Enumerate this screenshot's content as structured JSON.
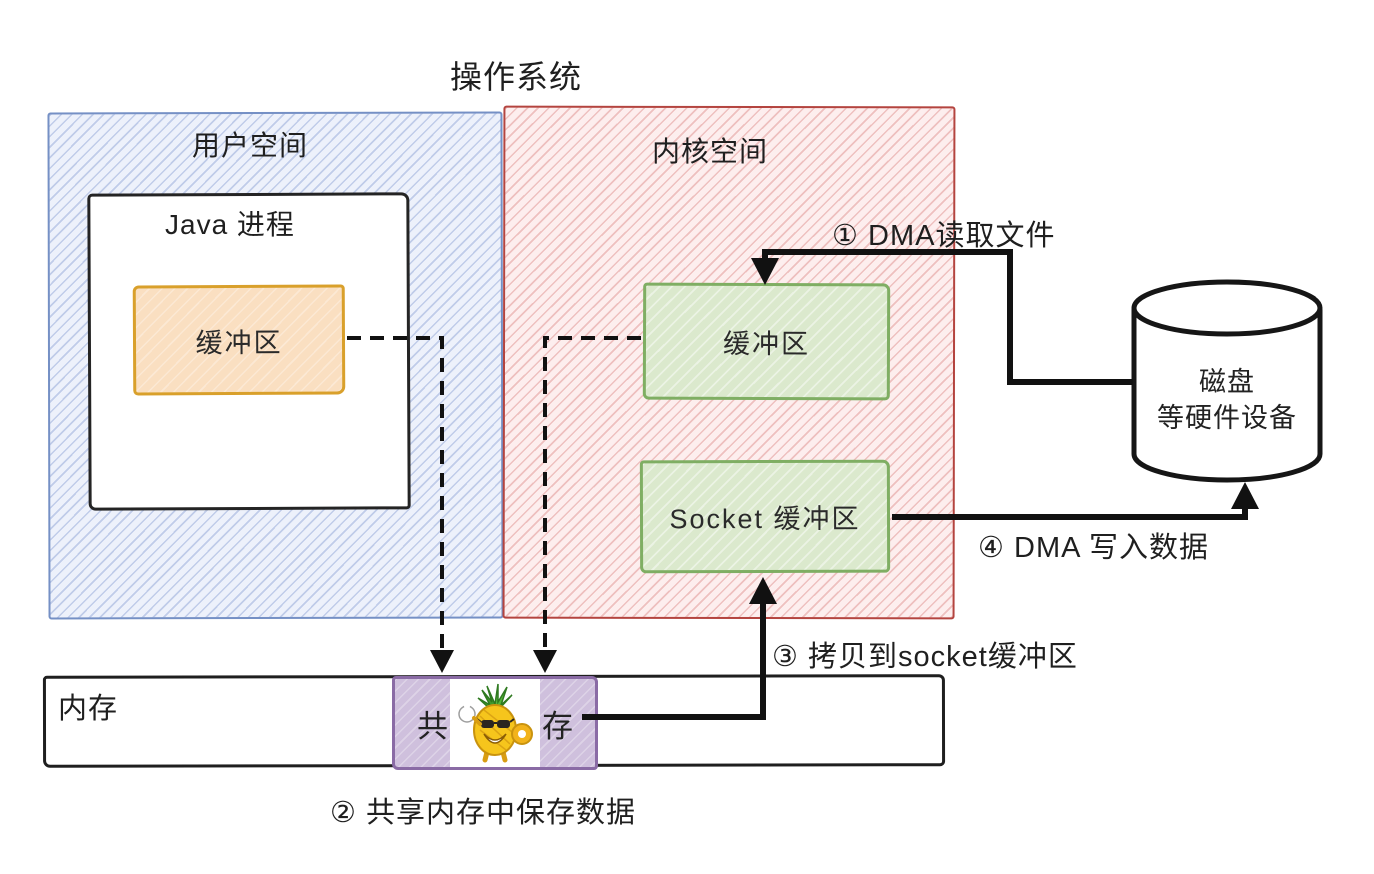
{
  "title": "操作系统",
  "regions": {
    "user_space": {
      "label": "用户空间",
      "fill": "#edf1fb",
      "border": "#7590c5"
    },
    "kernel_space": {
      "label": "内核空间",
      "fill": "#fdeeee",
      "border": "#b4443f"
    }
  },
  "java_process": {
    "label": "Java 进程",
    "buffer": {
      "label": "缓冲区",
      "fill": "#fadfc1",
      "border": "#d9a02b"
    }
  },
  "kernel_buffer": {
    "label": "缓冲区",
    "fill": "#dbe9cd",
    "border": "#7fae63"
  },
  "socket_buffer": {
    "label": "Socket 缓冲区",
    "fill": "#dbe9cd",
    "border": "#7fae63"
  },
  "disk": {
    "label_line1": "磁盘",
    "label_line2": "等硬件设备"
  },
  "memory": {
    "label": "内存",
    "shared_memory": {
      "left_text": "共",
      "right_text": "存",
      "fill": "#cfc0dd",
      "border": "#8a6ba5",
      "mascot": "pineapple-mascot"
    }
  },
  "steps": {
    "step1": "① DMA读取文件",
    "step2": "② 共享内存中保存数据",
    "step3": "③ 拷贝到socket缓冲区",
    "step4": "④ DMA 写入数据"
  },
  "line_color": "#111111"
}
